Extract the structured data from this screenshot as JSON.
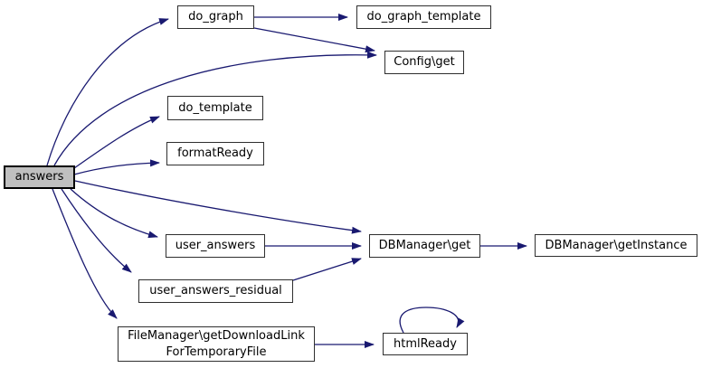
{
  "diagram": {
    "type": "call-graph",
    "background_color": "#ffffff",
    "edge_color": "#191970",
    "node_fill": "#ffffff",
    "node_border_color": "#2f2f2f",
    "highlight_node_fill": "#c0c0c0",
    "highlight_node_border": "#000000",
    "text_color": "#000000"
  },
  "nodes": {
    "answers": {
      "label": "answers",
      "highlighted": true
    },
    "do_graph": {
      "label": "do_graph"
    },
    "do_graph_template": {
      "label": "do_graph_template"
    },
    "config_get": {
      "label": "Config\\get"
    },
    "do_template": {
      "label": "do_template"
    },
    "format_ready": {
      "label": "formatReady"
    },
    "user_answers": {
      "label": "user_answers"
    },
    "user_answers_residual": {
      "label": "user_answers_residual"
    },
    "filemanager_getdownloadlink": {
      "label": "FileManager\\getDownloadLink\nForTemporaryFile"
    },
    "dbmanager_get": {
      "label": "DBManager\\get"
    },
    "dbmanager_getinstance": {
      "label": "DBManager\\getInstance"
    },
    "htmlready": {
      "label": "htmlReady"
    }
  },
  "edges": [
    {
      "from": "answers",
      "to": "do_graph"
    },
    {
      "from": "answers",
      "to": "config_get"
    },
    {
      "from": "answers",
      "to": "do_template"
    },
    {
      "from": "answers",
      "to": "format_ready"
    },
    {
      "from": "answers",
      "to": "dbmanager_get"
    },
    {
      "from": "answers",
      "to": "user_answers"
    },
    {
      "from": "answers",
      "to": "user_answers_residual"
    },
    {
      "from": "answers",
      "to": "filemanager_getdownloadlink"
    },
    {
      "from": "do_graph",
      "to": "do_graph_template"
    },
    {
      "from": "do_graph",
      "to": "config_get"
    },
    {
      "from": "user_answers",
      "to": "dbmanager_get"
    },
    {
      "from": "user_answers_residual",
      "to": "dbmanager_get"
    },
    {
      "from": "dbmanager_get",
      "to": "dbmanager_getinstance"
    },
    {
      "from": "filemanager_getdownloadlink",
      "to": "htmlready"
    },
    {
      "from": "htmlready",
      "to": "htmlready"
    }
  ]
}
